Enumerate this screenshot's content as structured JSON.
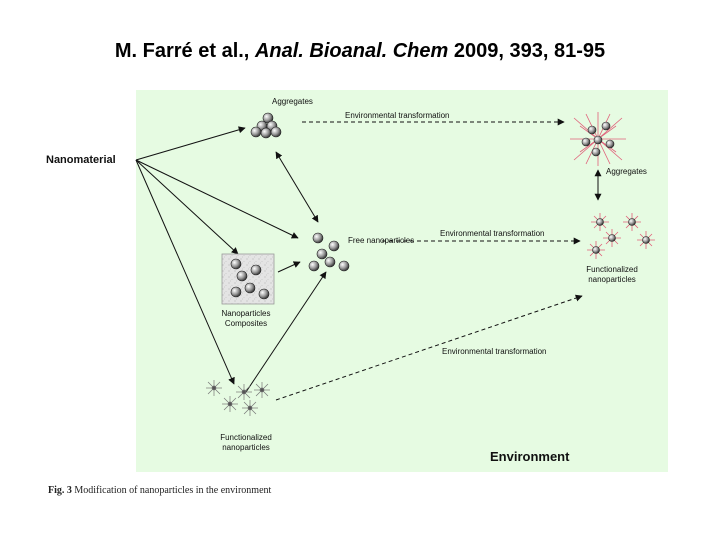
{
  "header": {
    "authors": "M. Farré et al.,",
    "journal": "Anal. Bioanal. Chem",
    "citation": "2009, 393, 81-95"
  },
  "diagram": {
    "source_label": "Nanomaterial",
    "aggregates_label": "Aggregates",
    "free_nanoparticles_label": "Free nanoparticles",
    "composites_label_line1": "Nanoparticles",
    "composites_label_line2": "Composites",
    "functionalized_label_line1": "Functionalized",
    "functionalized_label_line2": "nanoparticles",
    "env_aggregates_label": "Aggregates",
    "env_functionalized_line1": "Functionalized",
    "env_functionalized_line2": "nanoparticles",
    "transformation_top": "Environmental  transformation",
    "transformation_middle": "Environmental  transformation",
    "transformation_bottom": "Environmental  transformation",
    "environment_label": "Environment"
  },
  "caption": {
    "fig_label": "Fig. 3",
    "text": "Modification of nanoparticles in the environment"
  }
}
